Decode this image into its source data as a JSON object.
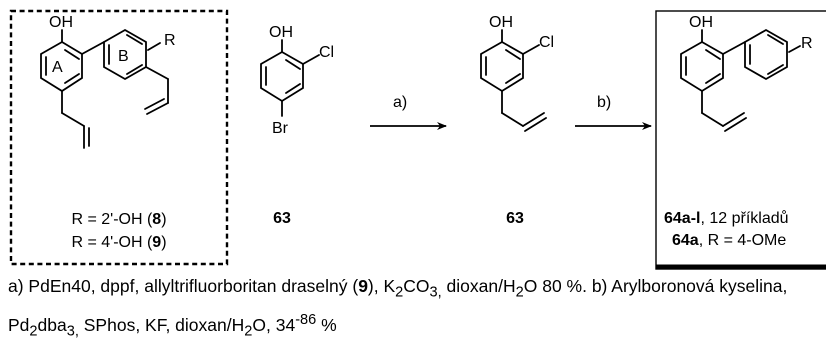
{
  "scheme": {
    "box1": {
      "atom_oh": "OH",
      "ring_a": "A",
      "ring_b": "B",
      "sub_r": "R",
      "line1_prefix": "R = 2'-OH (",
      "line1_num": "8",
      "line1_suffix": ")",
      "line2_prefix": "R = 4'-OH (",
      "line2_num": "9",
      "line2_suffix": ")"
    },
    "start": {
      "atom_oh": "OH",
      "atom_cl": "Cl",
      "atom_br": "Br",
      "label": "63"
    },
    "intermediate": {
      "atom_oh": "OH",
      "atom_cl": "Cl",
      "label": "63"
    },
    "arrow1": "a)",
    "arrow2": "b)",
    "product": {
      "atom_oh": "OH",
      "sub_r": "R",
      "line1_bold": "64a-l",
      "line1_rest": ", 12 příkladů",
      "line2_bold": "64a",
      "line2_rest": ", R = 4-OMe"
    }
  },
  "caption": {
    "p1": "a) PdEn40, dppf, allyltrifluorboritan draselný (",
    "p1_num": "9",
    "p2": "), K",
    "p2_sub": "2",
    "p3": "CO",
    "p3_sub": "3,",
    "p4": " dioxan/H",
    "p4_sub": "2",
    "p5": "O 80 %. b) Arylboronová kyselina, Pd",
    "p5_sub1": "2",
    "p5_mid": "dba",
    "p5_sub2": "3,",
    "p6": " SPhos, KF, dioxan/H",
    "p6_sub": "2",
    "p7": "O, 34",
    "p7_sup": "-86",
    "p8": " %"
  }
}
